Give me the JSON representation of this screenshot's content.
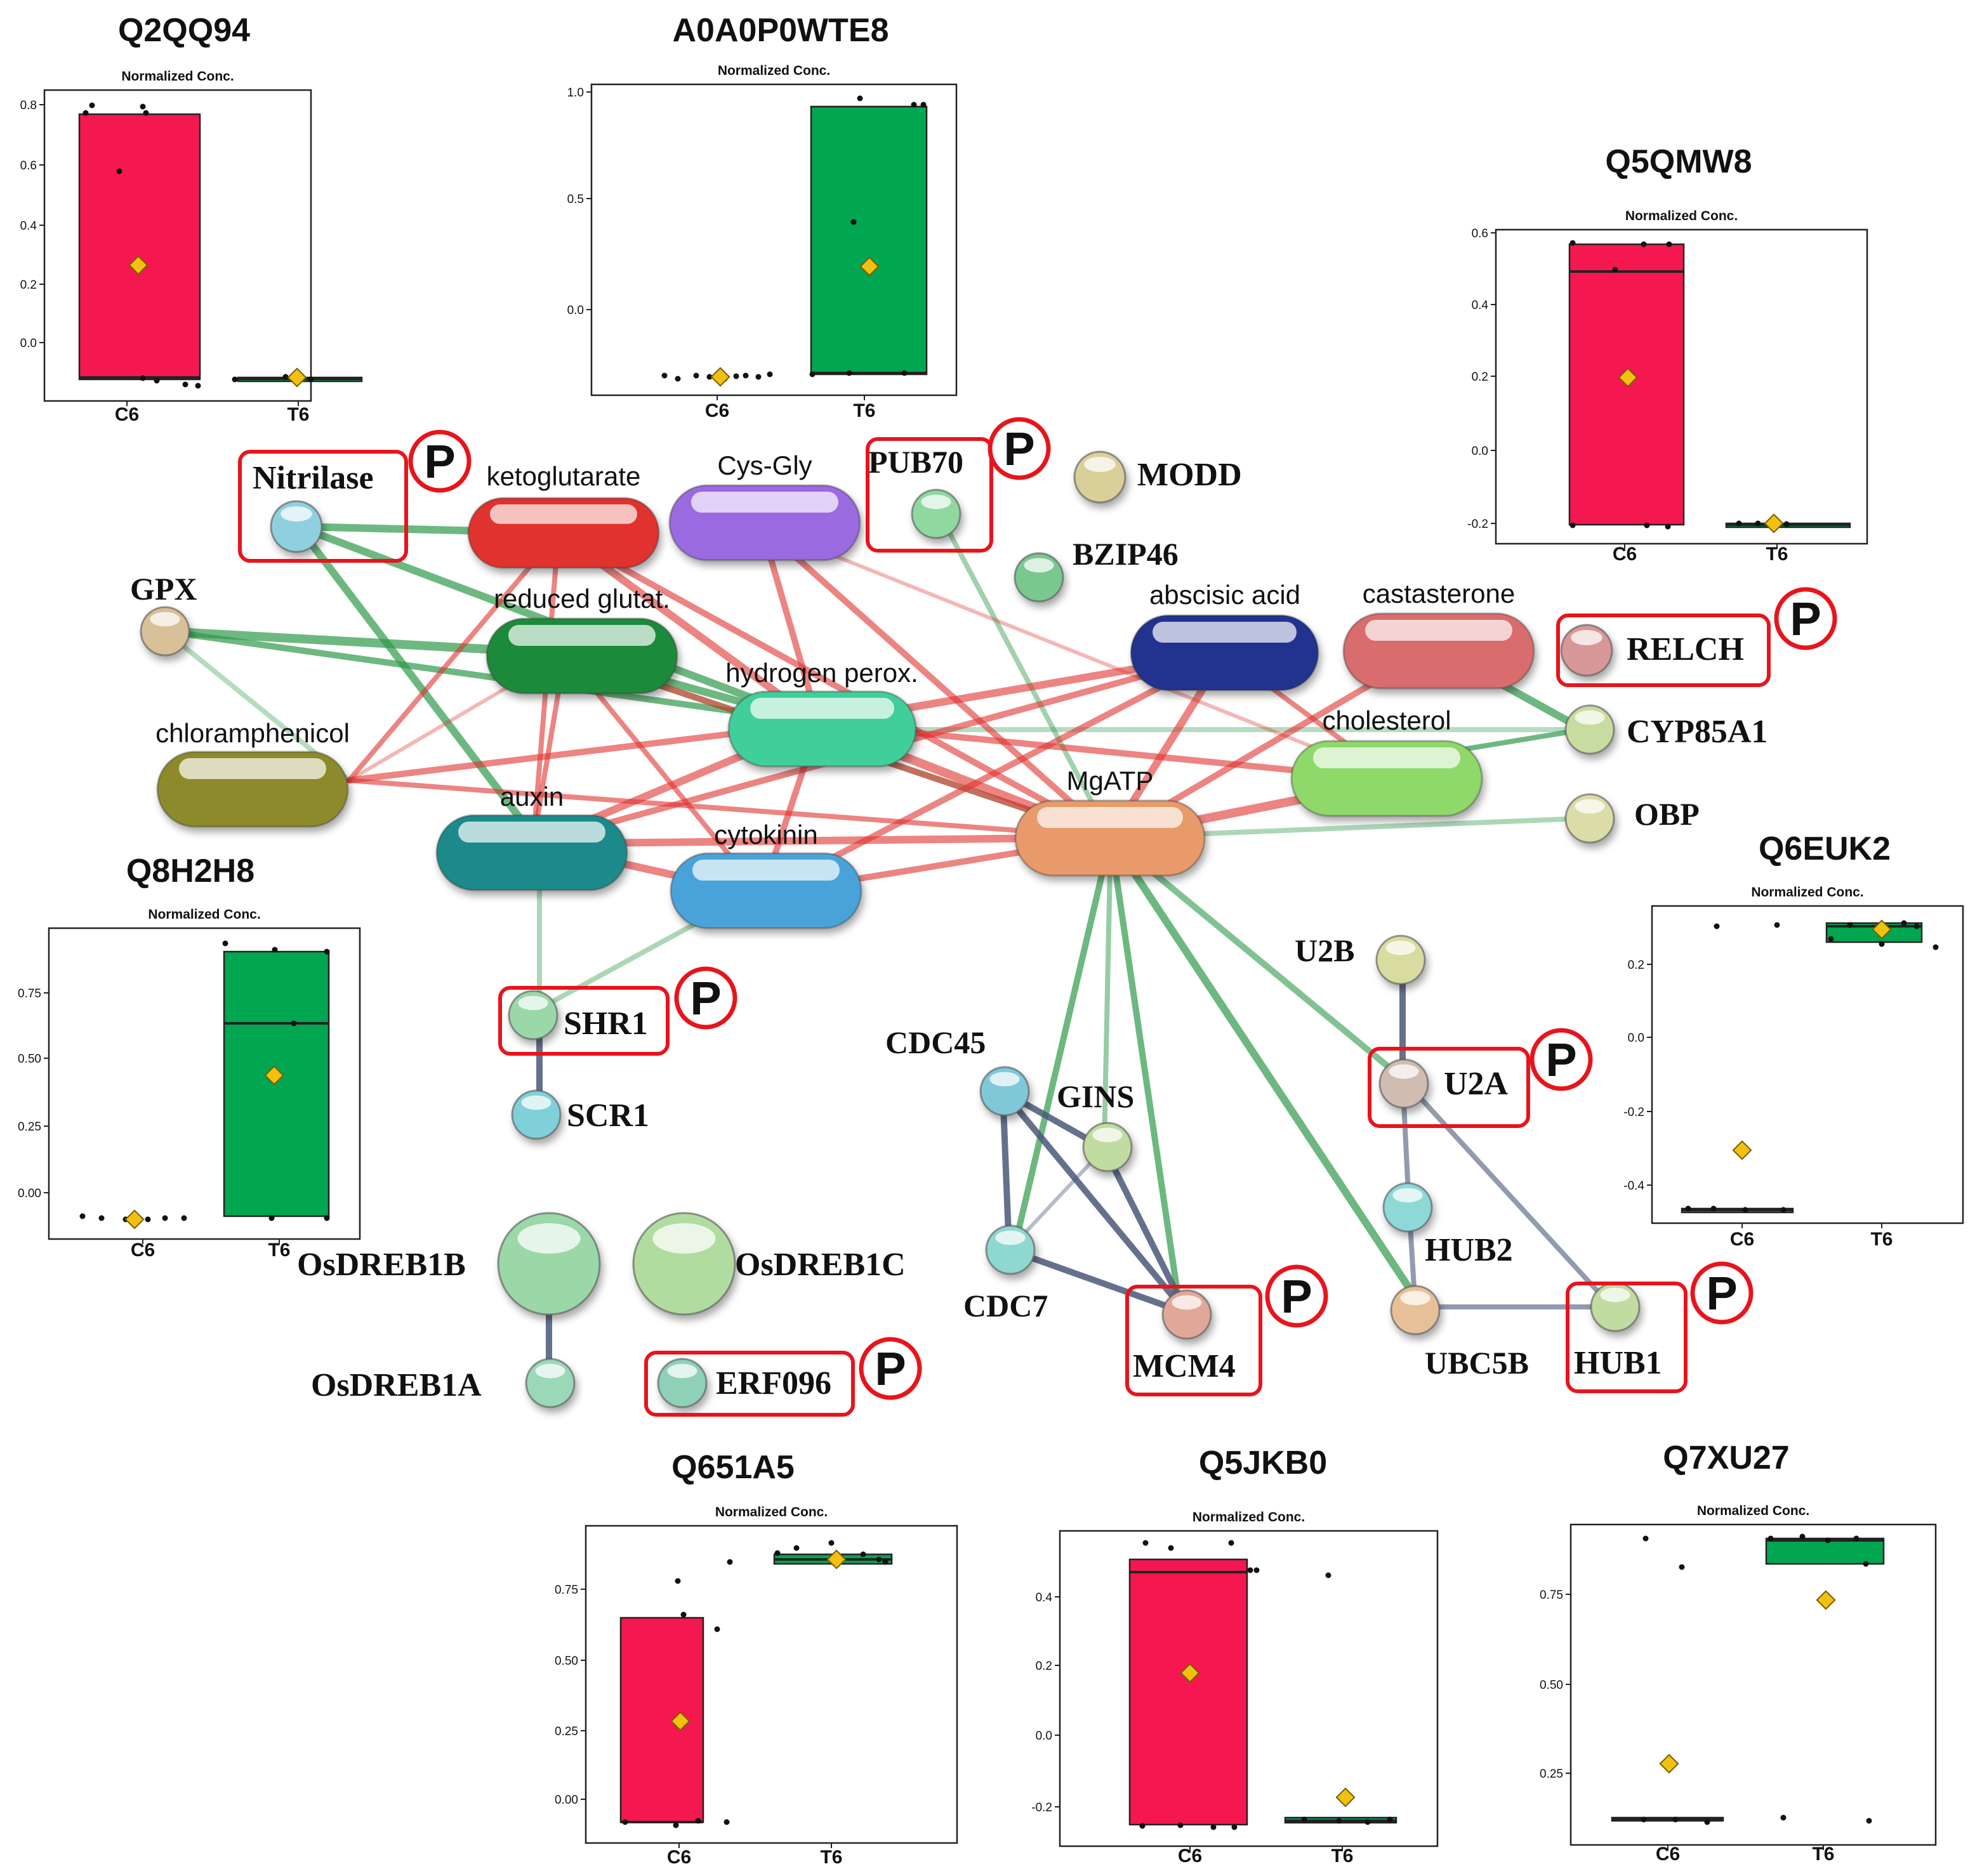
{
  "network": {
    "compounds": [
      {
        "id": "ketoglutarate",
        "label": "ketoglutarate",
        "color": "#e0322f"
      },
      {
        "id": "cysgly",
        "label": "Cys-Gly",
        "color": "#9a6be0"
      },
      {
        "id": "glutat",
        "label": "reduced glutat.",
        "color": "#1f8a3a"
      },
      {
        "id": "h2o2",
        "label": "hydrogen perox.",
        "color": "#3fcf9a"
      },
      {
        "id": "chloramphenicol",
        "label": "chloramphenicol",
        "color": "#8c8a2a"
      },
      {
        "id": "auxin",
        "label": "auxin",
        "color": "#1f8a8a"
      },
      {
        "id": "cytokinin",
        "label": "cytokinin",
        "color": "#4aa3d8"
      },
      {
        "id": "abscisic",
        "label": "abscisic acid",
        "color": "#20308f"
      },
      {
        "id": "castasterone",
        "label": "castasterone",
        "color": "#d96c6c"
      },
      {
        "id": "cholesterol",
        "label": "cholesterol",
        "color": "#8fd86a"
      },
      {
        "id": "mgatp",
        "label": "MgATP",
        "color": "#e89a6a"
      }
    ],
    "proteins": [
      {
        "id": "nitrilase",
        "label": "Nitrilase",
        "color": "#8fd0e0"
      },
      {
        "id": "gpx",
        "label": "GPX",
        "color": "#d8c098"
      },
      {
        "id": "pub70",
        "label": "PUB70",
        "color": "#8fd8a0"
      },
      {
        "id": "modd",
        "label": "MODD",
        "color": "#d8d098"
      },
      {
        "id": "bzip46",
        "label": "BZIP46",
        "color": "#78c890"
      },
      {
        "id": "relch",
        "label": "RELCH",
        "color": "#d89898"
      },
      {
        "id": "cyp85a1",
        "label": "CYP85A1",
        "color": "#c8dca0"
      },
      {
        "id": "obp",
        "label": "OBP",
        "color": "#dcdca8"
      },
      {
        "id": "shr1",
        "label": "SHR1",
        "color": "#9ad8a8"
      },
      {
        "id": "scr1",
        "label": "SCR1",
        "color": "#7fd0d8"
      },
      {
        "id": "u2b",
        "label": "U2B",
        "color": "#d8dca0"
      },
      {
        "id": "u2a",
        "label": "U2A",
        "color": "#d0bcb0"
      },
      {
        "id": "cdc45",
        "label": "CDC45",
        "color": "#7fc8d8"
      },
      {
        "id": "gins",
        "label": "GINS",
        "color": "#c0dca0"
      },
      {
        "id": "cdc7",
        "label": "CDC7",
        "color": "#8fd8d0"
      },
      {
        "id": "mcm4",
        "label": "MCM4",
        "color": "#e0a898"
      },
      {
        "id": "hub2",
        "label": "HUB2",
        "color": "#8fd8d8"
      },
      {
        "id": "ubc5b",
        "label": "UBC5B",
        "color": "#e8c098"
      },
      {
        "id": "hub1",
        "label": "HUB1",
        "color": "#c0dca0"
      },
      {
        "id": "osdreb1b",
        "label": "OsDREB1B",
        "color": "#9ad8a8"
      },
      {
        "id": "osdreb1c",
        "label": "OsDREB1C",
        "color": "#b0dca0"
      },
      {
        "id": "osdreb1a",
        "label": "OsDREB1A",
        "color": "#9ad8b8"
      },
      {
        "id": "erf096",
        "label": "ERF096",
        "color": "#8fd0b8"
      }
    ],
    "phospho_marker": "P",
    "edge_colors": {
      "green": "#2f9a4a",
      "red": "#e0322f",
      "gray": "#4a5878"
    }
  },
  "plots": [
    {
      "id": "q2qq94",
      "title": "Q2QQ94",
      "subtitle": "Normalized Conc.",
      "ticks": [
        "0.8",
        "0.6",
        "0.4",
        "0.2",
        "0.0"
      ],
      "categories": [
        "C6",
        "T6"
      ],
      "box_colors": [
        "#f5174f",
        "#00a650"
      ],
      "means": [
        0.26,
        -0.12
      ]
    },
    {
      "id": "a0a0p0wte8",
      "title": "A0A0P0WTE8",
      "subtitle": "Normalized Conc.",
      "ticks": [
        "1.0",
        "0.5",
        "0.0"
      ],
      "categories": [
        "C6",
        "T6"
      ],
      "box_colors": [
        "#f5174f",
        "#00a650"
      ],
      "means": [
        -0.29,
        0.2
      ]
    },
    {
      "id": "q5qmw8",
      "title": "Q5QMW8",
      "subtitle": "Normalized Conc.",
      "ticks": [
        "0.6",
        "0.4",
        "0.2",
        "0.0",
        "-0.2"
      ],
      "categories": [
        "C6",
        "T6"
      ],
      "box_colors": [
        "#f5174f",
        "#00a650"
      ],
      "means": [
        0.2,
        -0.2
      ]
    },
    {
      "id": "q8h2h8",
      "title": "Q8H2H8",
      "subtitle": "Normalized Conc.",
      "ticks": [
        "0.75",
        "0.50",
        "0.25",
        "0.00"
      ],
      "categories": [
        "C6",
        "T6"
      ],
      "box_colors": [
        "#f5174f",
        "#00a650"
      ],
      "means": [
        -0.1,
        0.43
      ]
    },
    {
      "id": "q6euk2",
      "title": "Q6EUK2",
      "subtitle": "Normalized Conc.",
      "ticks": [
        "0.2",
        "0.0",
        "-0.2",
        "-0.4"
      ],
      "categories": [
        "C6",
        "T6"
      ],
      "box_colors": [
        "#f5174f",
        "#00a650"
      ],
      "means": [
        -0.31,
        0.29
      ]
    },
    {
      "id": "q651a5",
      "title": "Q651A5",
      "subtitle": "Normalized Conc.",
      "ticks": [
        "0.75",
        "0.50",
        "0.25",
        "0.00"
      ],
      "categories": [
        "C6",
        "T6"
      ],
      "box_colors": [
        "#f5174f",
        "#00a650"
      ],
      "means": [
        0.26,
        0.85
      ]
    },
    {
      "id": "q5jkb0",
      "title": "Q5JKB0",
      "subtitle": "Normalized Conc.",
      "ticks": [
        "0.4",
        "0.2",
        "0.0",
        "-0.2"
      ],
      "categories": [
        "C6",
        "T6"
      ],
      "box_colors": [
        "#f5174f",
        "#00a650"
      ],
      "means": [
        0.17,
        -0.18
      ]
    },
    {
      "id": "q7xu27",
      "title": "Q7XU27",
      "subtitle": "Normalized Conc.",
      "ticks": [
        "0.75",
        "0.50",
        "0.25"
      ],
      "categories": [
        "C6",
        "T6"
      ],
      "box_colors": [
        "#f5174f",
        "#00a650"
      ],
      "means": [
        0.27,
        0.72
      ]
    }
  ]
}
